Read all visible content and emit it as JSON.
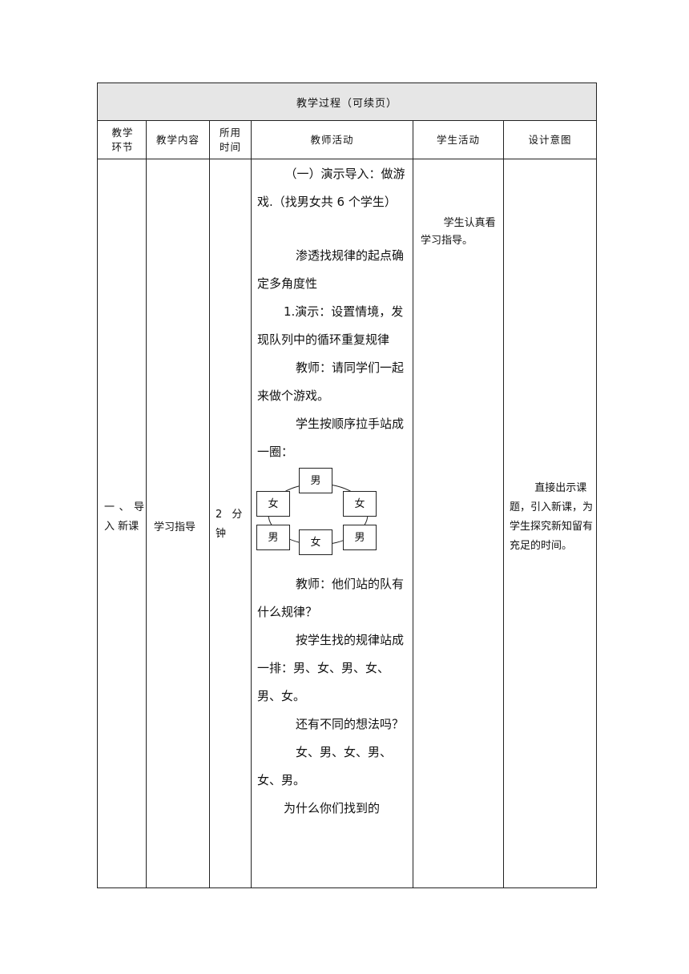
{
  "table": {
    "title": "教学过程（可续页）",
    "headers": {
      "section": "教学\n环节",
      "content": "教学内容",
      "time": "所用\n时间",
      "teacher": "教师活动",
      "student": "学生活动",
      "intent": "设计意图"
    },
    "row": {
      "section": "一、导入 新课",
      "content": "学习指导",
      "time": "2 分钟",
      "student": "学生认真看学习指导。",
      "intent": "直接出示课题，引入新课，为学生探究新知留有充足的时间。",
      "teacher": {
        "p1": "（一）演示导入：做游戏.（找男女共 6 个学生）",
        "p2": "渗透找规律的起点确定多角度性",
        "p3": "1.演示：设置情境，发现队列中的循环重复规律",
        "p4": "教师：请同学们一起来做个游戏。",
        "p5": "学生按顺序拉手站成一圈：",
        "diagram": {
          "top": "男",
          "left_upper": "女",
          "right_upper": "女",
          "left_lower": "男",
          "bottom": "女",
          "right_lower": "男"
        },
        "p6": "教师：他们站的队有什么规律？",
        "p7": "按学生找的规律站成一排：男、女、男、女、男、女。",
        "p8": "还有不同的想法吗？",
        "p9": "女、男、女、男、女、男。",
        "p10": "为什么你们找到的"
      }
    }
  }
}
